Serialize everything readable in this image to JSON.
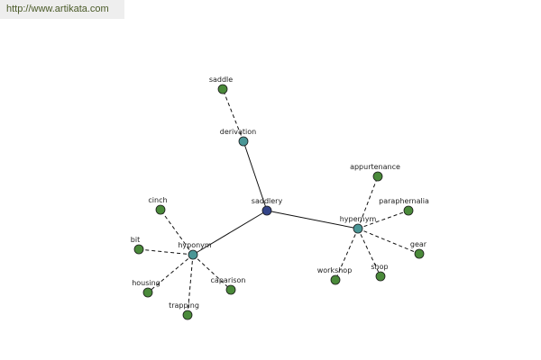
{
  "site_url": "http://www.artikata.com",
  "colors": {
    "root": "#334488",
    "category": "#4a9696",
    "leaf": "#4a8a3a",
    "edge": "#111111",
    "background": "#ffffff"
  },
  "graph": {
    "root": "saddlery",
    "categories": [
      "derivation",
      "hyponym",
      "hypernym"
    ],
    "relations": [
      {
        "from": "saddlery",
        "to": "derivation",
        "style": "solid"
      },
      {
        "from": "saddlery",
        "to": "hyponym",
        "style": "solid"
      },
      {
        "from": "saddlery",
        "to": "hypernym",
        "style": "solid"
      },
      {
        "from": "derivation",
        "to": "saddle",
        "style": "dashed"
      },
      {
        "from": "hyponym",
        "to": "cinch",
        "style": "dashed"
      },
      {
        "from": "hyponym",
        "to": "bit",
        "style": "dashed"
      },
      {
        "from": "hyponym",
        "to": "housing",
        "style": "dashed"
      },
      {
        "from": "hyponym",
        "to": "trapping",
        "style": "dashed"
      },
      {
        "from": "hyponym",
        "to": "caparison",
        "style": "dashed"
      },
      {
        "from": "hypernym",
        "to": "appurtenance",
        "style": "dashed"
      },
      {
        "from": "hypernym",
        "to": "paraphernalia",
        "style": "dashed"
      },
      {
        "from": "hypernym",
        "to": "gear",
        "style": "dashed"
      },
      {
        "from": "hypernym",
        "to": "shop",
        "style": "dashed"
      },
      {
        "from": "hypernym",
        "to": "workshop",
        "style": "dashed"
      }
    ]
  }
}
